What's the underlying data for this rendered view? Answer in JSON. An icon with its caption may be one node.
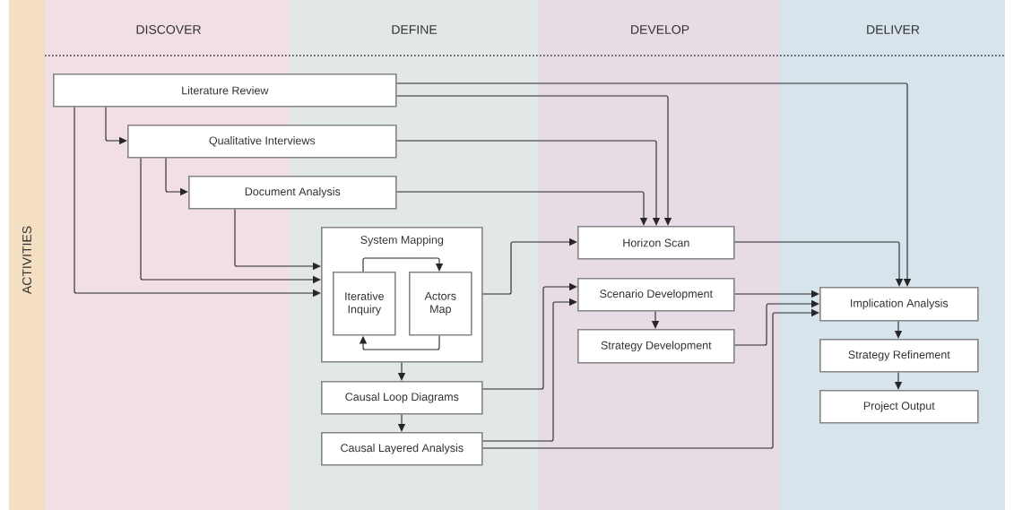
{
  "diagram": {
    "nodes": [
      {
        "text": [
          "Literature Review"
        ]
      },
      {
        "text": [
          "Qualitative Interviews"
        ]
      },
      {
        "text": [
          "Document Analysis"
        ]
      },
      {
        "text": [
          "System Mapping"
        ]
      },
      {
        "text": [
          "Iterative Inquiry"
        ],
        "in": 3
      },
      {
        "text": [
          "Actors Map"
        ],
        "in": 3
      },
      {
        "text": [
          "Causal Loop Diagrams"
        ]
      },
      {
        "text": [
          "Causal Layered Analysis"
        ]
      },
      {
        "text": [
          "Horizon Scan"
        ]
      },
      {
        "text": [
          "Scenario Development"
        ]
      },
      {
        "text": [
          "Strategy Development"
        ]
      },
      {
        "text": [
          "Implication Analysis"
        ]
      },
      {
        "text": [
          "Strategy Refinement"
        ]
      },
      {
        "text": [
          "Project Output"
        ]
      }
    ],
    "edges": [
      {
        "from": 0,
        "to": 1,
        "arrow": "to"
      },
      {
        "from": 1,
        "to": 2,
        "arrow": "to"
      },
      {
        "from": 2,
        "to": 3,
        "arrow": "to"
      },
      {
        "from": 1,
        "to": 3,
        "arrow": "to"
      },
      {
        "from": 0,
        "to": 3,
        "arrow": "to"
      },
      {
        "from": 0,
        "to": 11,
        "arrow": "to"
      },
      {
        "from": 0,
        "to": 8,
        "arrow": "to"
      },
      {
        "from": 1,
        "to": 8,
        "arrow": "to"
      },
      {
        "from": 2,
        "to": 8,
        "arrow": "to"
      },
      {
        "from": 4,
        "to": 5,
        "arrow": "to"
      },
      {
        "from": 5,
        "to": 4,
        "arrow": "to"
      },
      {
        "from": 3,
        "to": 8,
        "arrow": "to"
      },
      {
        "from": 3,
        "to": 6,
        "arrow": "to"
      },
      {
        "from": 6,
        "to": 7,
        "arrow": "to"
      },
      {
        "from": 6,
        "to": 9,
        "arrow": "to"
      },
      {
        "from": 7,
        "to": 9,
        "arrow": "to"
      },
      {
        "from": 7,
        "to": 11,
        "arrow": "to"
      },
      {
        "from": 9,
        "to": 10,
        "arrow": "to"
      },
      {
        "from": 9,
        "to": 11,
        "arrow": "to"
      },
      {
        "from": 10,
        "to": 11,
        "arrow": "to"
      },
      {
        "from": 8,
        "to": 11,
        "arrow": "to"
      },
      {
        "from": 11,
        "to": 12,
        "arrow": "to"
      },
      {
        "from": 12,
        "to": 13,
        "arrow": "to"
      }
    ],
    "labels": [
      "ACTIVITIES",
      "DISCOVER",
      "DEFINE",
      "DEVELOP",
      "DELIVER"
    ]
  }
}
